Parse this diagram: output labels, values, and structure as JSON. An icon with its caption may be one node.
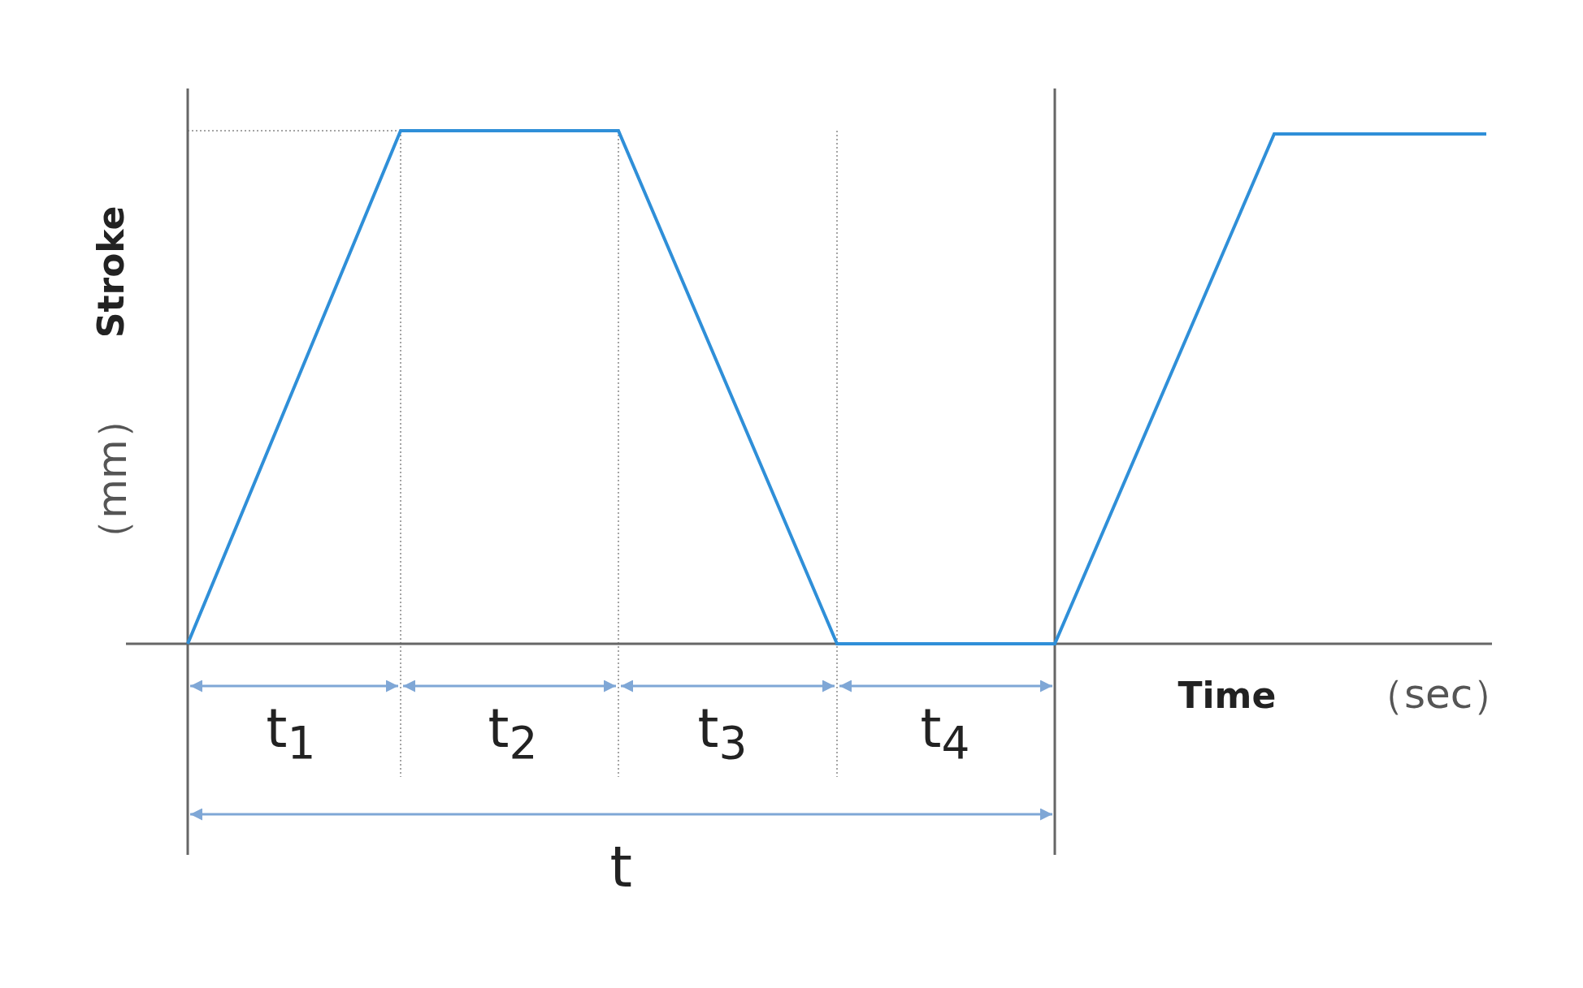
{
  "diagram": {
    "labels": [
      "Stroke",
      "（mm）",
      "Time",
      "（sec）",
      "t$_{1}$",
      "t$_{2}$",
      "t$_{3}$",
      "t$_{4}$",
      "t"
    ]
  }
}
